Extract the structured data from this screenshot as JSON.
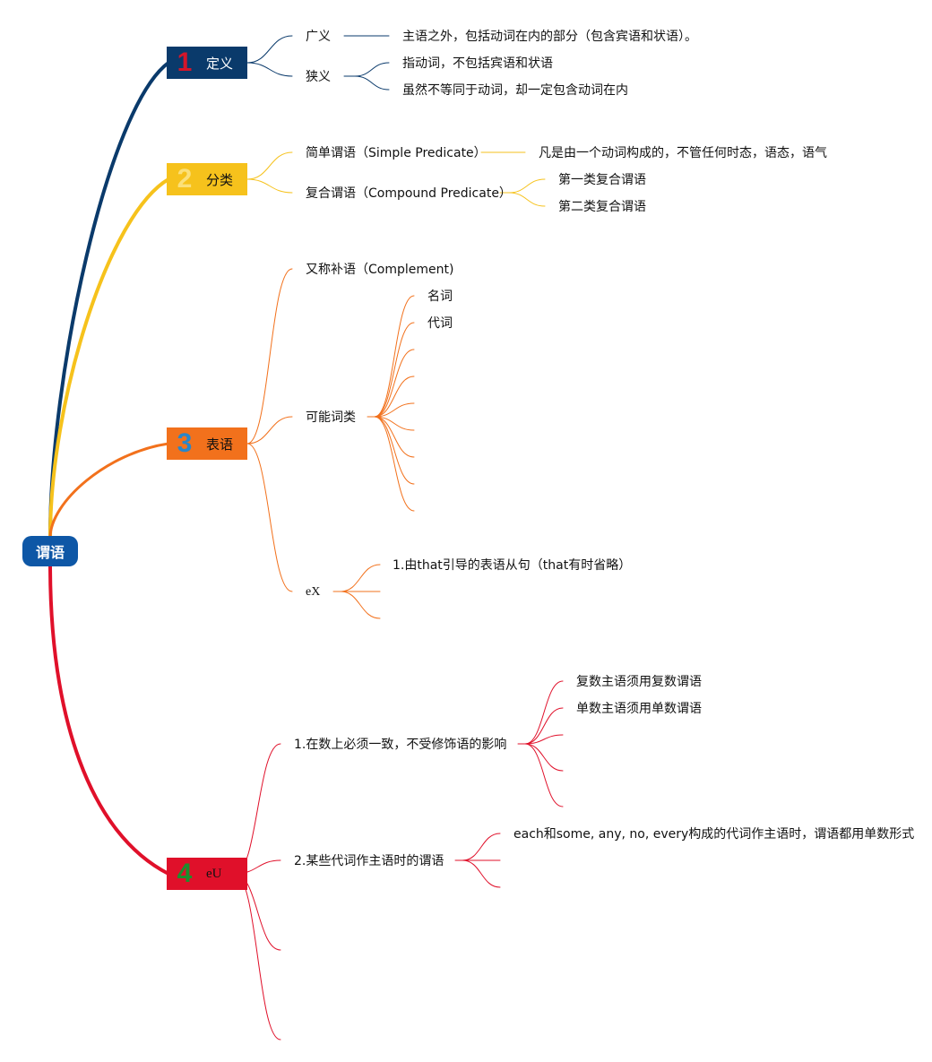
{
  "root": {
    "label": "谓语",
    "color": "#0e57a6"
  },
  "branches": [
    {
      "number": "1",
      "label": "定义",
      "color": "#0a3a6b",
      "children": [
        {
          "label": "广义",
          "children": [
            {
              "label": "主语之外，包括动词在内的部分（包含宾语和状语）。"
            }
          ]
        },
        {
          "label": "狭义",
          "children": [
            {
              "label": "指动词，不包括宾语和状语"
            },
            {
              "label": "虽然不等同于动词，却一定包含动词在内"
            }
          ]
        }
      ]
    },
    {
      "number": "2",
      "label": "分类",
      "color": "#f6c21c",
      "children": [
        {
          "label": "简单谓语（Simple Predicate）",
          "children": [
            {
              "label": "凡是由一个动词构成的，不管任何时态，语态，语气"
            }
          ]
        },
        {
          "label": "复合谓语（Compound Predicate）",
          "children": [
            {
              "label": "第一类复合谓语"
            },
            {
              "label": "第二类复合谓语"
            }
          ]
        }
      ]
    },
    {
      "number": "3",
      "label": "表语",
      "color": "#f2711c",
      "children": [
        {
          "label": "又称补语（Complement)"
        },
        {
          "label": "可能词类",
          "children": [
            {
              "label": "名词"
            },
            {
              "label": "代词"
            },
            {
              "label": ""
            },
            {
              "label": ""
            },
            {
              "label": ""
            },
            {
              "label": ""
            },
            {
              "label": ""
            },
            {
              "label": ""
            },
            {
              "label": ""
            }
          ]
        },
        {
          "label": "eX",
          "children": [
            {
              "label": "1.由that引导的表语从句（that有时省略）"
            },
            {
              "label": ""
            },
            {
              "label": ""
            }
          ]
        }
      ]
    },
    {
      "number": "4",
      "label": "eU",
      "color": "#e0102a",
      "children": [
        {
          "label": "1.在数上必须一致，不受修饰语的影响",
          "children": [
            {
              "label": "复数主语须用复数谓语"
            },
            {
              "label": "单数主语须用单数谓语"
            },
            {
              "label": ""
            },
            {
              "label": ""
            },
            {
              "label": ""
            }
          ]
        },
        {
          "label": "2.某些代词作主语时的谓语",
          "children": [
            {
              "label": "each和some, any, no, every构成的代词作主语时，谓语都用单数形式"
            },
            {
              "label": ""
            },
            {
              "label": ""
            }
          ]
        },
        {
          "label": ""
        },
        {
          "label": ""
        }
      ]
    }
  ]
}
